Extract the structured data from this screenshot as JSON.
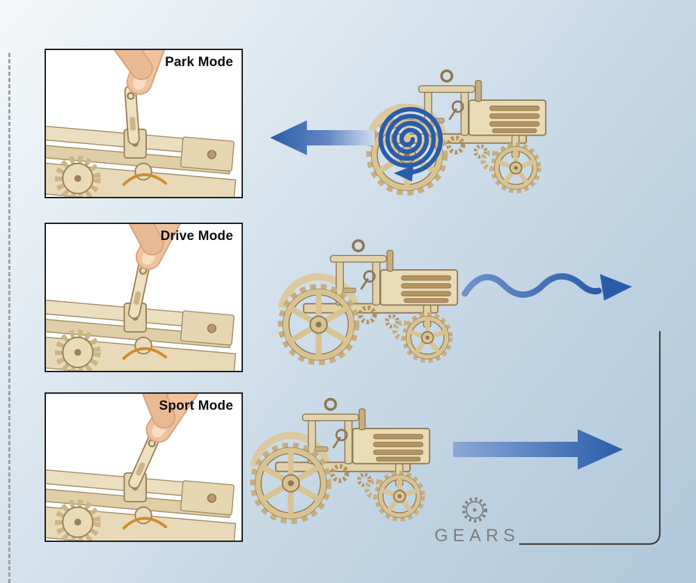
{
  "modes": [
    {
      "label": "Park Mode",
      "arrow_icon": "spiral-and-left-arrow"
    },
    {
      "label": "Drive Mode",
      "arrow_icon": "wavy-right-arrow"
    },
    {
      "label": "Sport Mode",
      "arrow_icon": "bold-right-arrow"
    }
  ],
  "brand": {
    "name": "GEARS",
    "icon": "gear-outline"
  },
  "colors": {
    "arrow_blue": "#2a5caa",
    "arrow_blue_light": "#cfdded",
    "wood_light": "#e9dbb8",
    "wood_mid": "#d9c391",
    "wood_outline": "#8f7752",
    "rubber_band_orange": "#d28a2e",
    "panel_border": "#1c1c1c",
    "background_start": "#f5f8fa",
    "background_end": "#b0c9db",
    "connector_line": "#3f3f3f",
    "dashed_line": "#98a0a6"
  }
}
